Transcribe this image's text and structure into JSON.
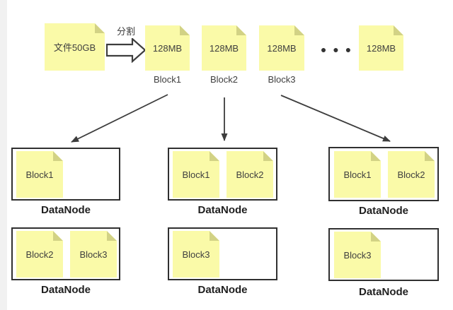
{
  "colors": {
    "note_fill": "#FAFAA8",
    "note_fold": "#D2D285",
    "box_border": "#303030",
    "arrow": "#3d3d3d",
    "note_text": "#3f3f3f",
    "text_dark": "#1f1f1f",
    "gutter": "#f1f1f1"
  },
  "source_note": {
    "label": "文件50GB"
  },
  "split_arrow": {
    "label": "分割"
  },
  "block_notes": [
    {
      "size": "128MB",
      "name": "Block1"
    },
    {
      "size": "128MB",
      "name": "Block2"
    },
    {
      "size": "128MB",
      "name": "Block3"
    },
    {
      "size": "128MB",
      "name": ""
    }
  ],
  "ellipsis": "●●●",
  "datanodes": [
    {
      "label": "DataNode",
      "blocks": [
        "Block1"
      ]
    },
    {
      "label": "DataNode",
      "blocks": [
        "Block1",
        "Block2"
      ]
    },
    {
      "label": "DataNode",
      "blocks": [
        "Block1",
        "Block2"
      ]
    },
    {
      "label": "DataNode",
      "blocks": [
        "Block2",
        "Block3"
      ]
    },
    {
      "label": "DataNode",
      "blocks": [
        "Block3"
      ]
    },
    {
      "label": "DataNode",
      "blocks": [
        "Block3"
      ]
    }
  ]
}
